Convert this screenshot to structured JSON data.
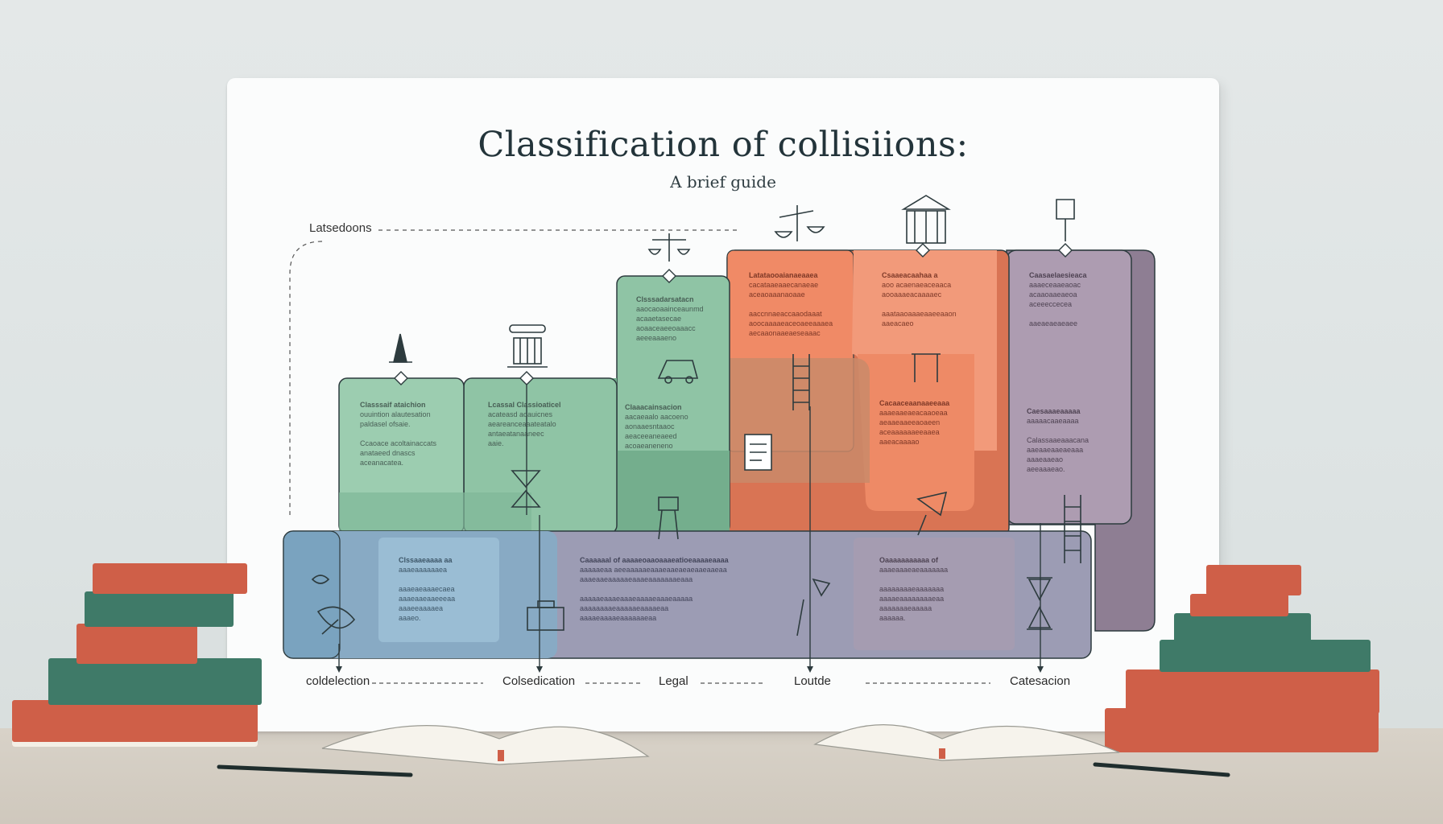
{
  "title": "Classification of collisiions:",
  "subtitle": "A brief guide",
  "top_left_label": "Latsedoons",
  "footer_labels": [
    "coldelection",
    "Colsedication",
    "Legal",
    "Loutde",
    "Catesacion"
  ],
  "panels": [
    {
      "id": "green-1",
      "heading": "Classsaif ataichion",
      "lines": "ouuintion alautesation\npaldasel ofsaie.\n\nCcaoace acoltainaccats\nanataeed dnascs\naceanacatea."
    },
    {
      "id": "green-2",
      "heading": "Lcassal Classioaticel",
      "lines": "acateasd aoauicnes\naeareanceaaateatalo\nantaeatanaaneec\naaie."
    },
    {
      "id": "green-3",
      "heading": "Claaacainsacion",
      "lines": "aacaeaalo aacoeno\naonaaesntaaoc\naeaceeaneaeed\nacoaeaneneno"
    },
    {
      "id": "green-4",
      "heading": "Clsssadarsatacn",
      "lines": "aaocaoaainceaunmd\nacaaetasecae\naoaaceaeeoaaacc\naeeeaaaeno"
    },
    {
      "id": "orange-1",
      "heading": "Latataooaianaeaaea",
      "lines": "cacataaeaaecanaeae\naceaoaaanaoaae\n\naaccnnaeaccaaodaaat\naoocaaaaeaceoaeeaaaea\naecaaonaaeaeseaaac"
    },
    {
      "id": "orange-2",
      "heading": "Csaaeacaahaa a",
      "lines": "aoo acaenaeaceaaca\naooaaaeacaaaaec\n\naaataaoaaaeaaeeaaon\naaeacaeo"
    },
    {
      "id": "orange-3",
      "heading": "Cacaaceaanaaeeaaa",
      "lines": "aaaeaaeaeacaaoeaa\naeaaeaaeeaoaeen\naceaaaaaaeeaaea\naaeacaaaao"
    },
    {
      "id": "purple-1",
      "heading": "Caasaelaesieaca",
      "lines": "aaaeceaaeaoac\nacaaoaaeaeoa\naceeeccecea\n\naaeaeaeaeaee"
    },
    {
      "id": "purple-2",
      "heading": "Caesaaaeaaaaa",
      "lines": "aaaaacaaeaaaa\n\nCalassaaeaaacana\naaeaaeaaeaeaaa\naaaeaaeao\naeeaaaeao."
    },
    {
      "id": "blue-1",
      "heading": "Clssaaeaaaa aa",
      "lines": "aaaeaaaaaaea\n\naaaeaeaaaecaea\naaaeaaeaaeeeaa\naaaeeaaaaea\naaaeo."
    },
    {
      "id": "band-1",
      "heading": "Caaaaaal of aaaaeoaaoaaaeatioeaaaaeaaaa",
      "lines": "aaaaaeaa aeeaaaaaeaaaeaaeaeaeaaeaaeaa\naaaeaaeaaaaaeaaaeaaaaaaaeaaa\n\naaaaaeaaaeaaaeaaaaeaaaeaaaaa\naaaaaaaaeaaaaaeaaaaeaa\naaaaeaaaaeaaaaaaeaa"
    },
    {
      "id": "band-2",
      "heading": "Oaaaaaaaaaaa of",
      "lines": "aaaeaaaeaeaaaaaaa\n\naaaaaaaaeaaaaaaa\naaaaeaaaaaaaaeaa\naaaaaaaeaaaaa\naaaaaa."
    }
  ],
  "colors": {
    "green": "#8fc4a5",
    "green_dark": "#6aa885",
    "orange": "#ef8a66",
    "orange_dark": "#d46f52",
    "purple": "#a997ad",
    "purple_dark": "#8b7b8f",
    "blue": "#7fa9c3",
    "board": "#fbfcfc",
    "outline": "#2d3b3e"
  },
  "icons": [
    "scales-icon",
    "column-icon",
    "building-icon",
    "lamp-icon",
    "car-icon",
    "ladder-icon",
    "document-icon",
    "hourglass-icon",
    "swing-icon",
    "easel-icon",
    "trophy-icon",
    "briefcase-icon",
    "leaf-icon"
  ]
}
